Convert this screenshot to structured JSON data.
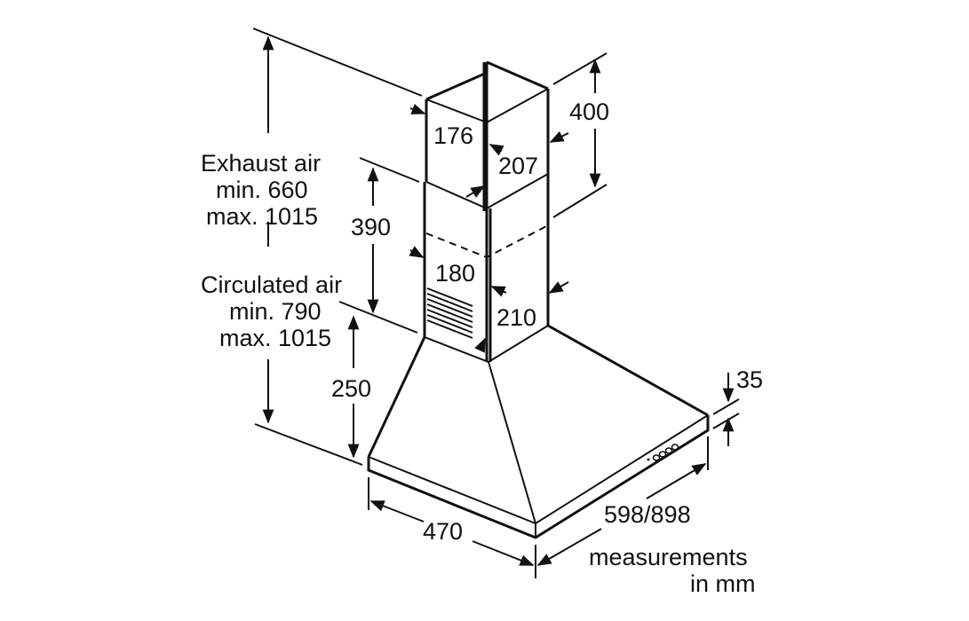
{
  "diagram": {
    "title": "Chimney hood dimensions",
    "labels": {
      "exhaust_line1": "Exhaust air",
      "exhaust_line2": "min. 660",
      "exhaust_line3": "max. 1015",
      "circulated_line1": "Circulated air",
      "circulated_line2": "min. 790",
      "circulated_line3": "max. 1015",
      "dim_390": "390",
      "dim_250": "250",
      "dim_400": "400",
      "dim_176": "176",
      "dim_207": "207",
      "dim_180": "180",
      "dim_210": "210",
      "dim_35": "35",
      "dim_470": "470",
      "dim_width": "598/898",
      "units_line1": "measurements",
      "units_line2": "in mm"
    },
    "colors": {
      "line": "#111111",
      "background": "#ffffff"
    }
  }
}
